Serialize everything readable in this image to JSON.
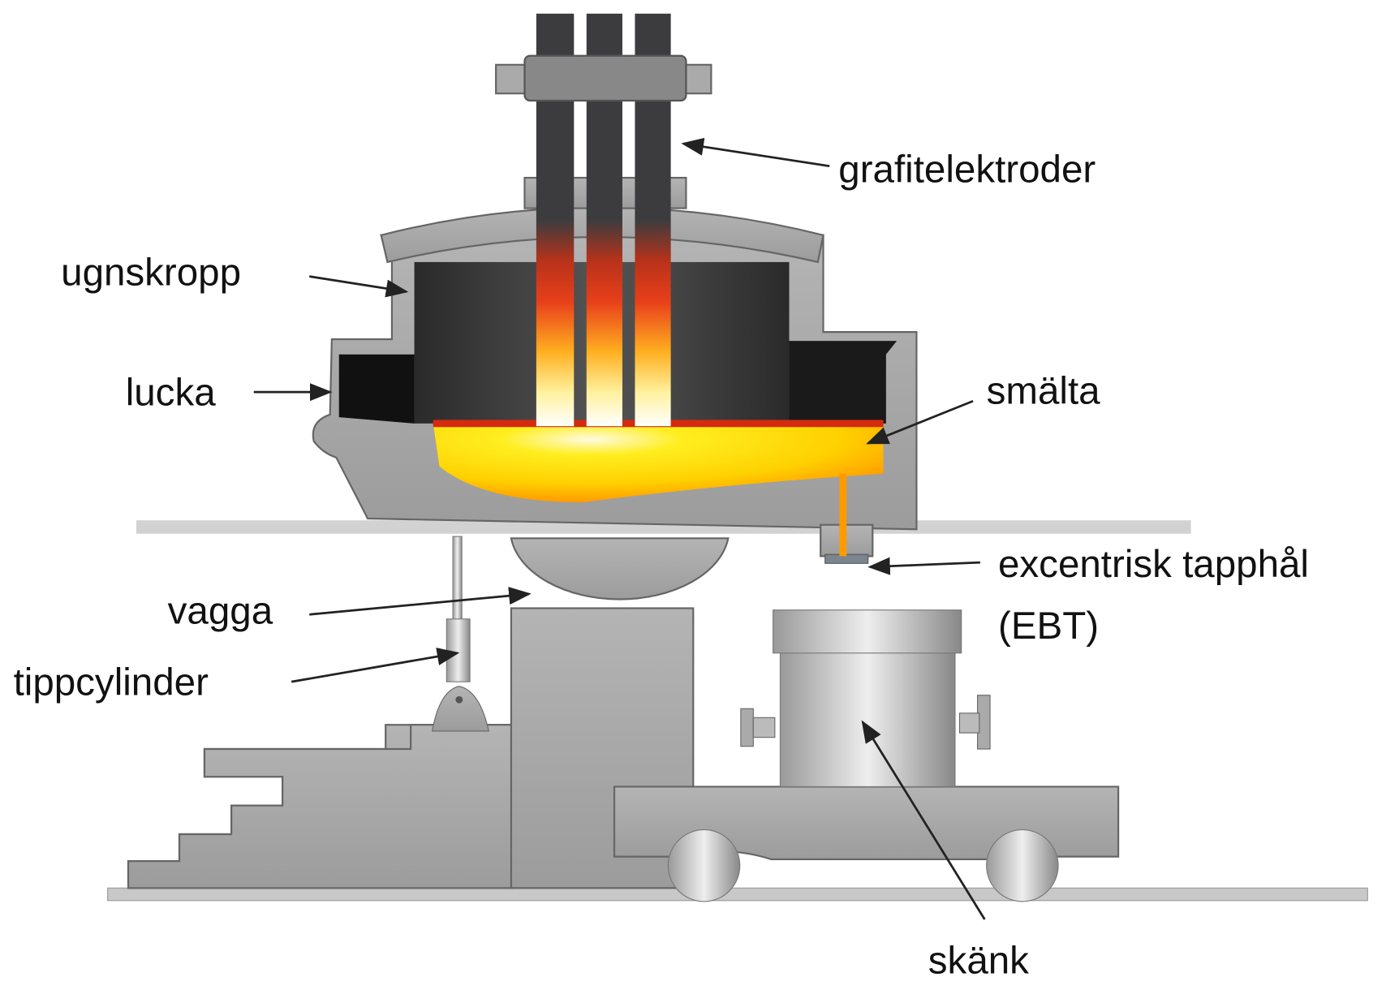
{
  "labels": {
    "graphite_electrodes": "grafitelektroder",
    "furnace_body": "ugnskropp",
    "door": "lucka",
    "melt": "smälta",
    "eccentric_tap_hole_line1": "excentrisk tapphål",
    "eccentric_tap_hole_line2": "(EBT)",
    "rocker": "vagga",
    "tilt_cylinder": "tippcylinder",
    "ladle": "skänk"
  },
  "colors": {
    "steel_gray": "#a9a9a9",
    "dark_interior": "#2e2e2e",
    "electrode": "#3c3c3e",
    "melt_yellow": "#ffe800",
    "melt_orange": "#ff9a00",
    "hot_red": "#e0301a"
  }
}
